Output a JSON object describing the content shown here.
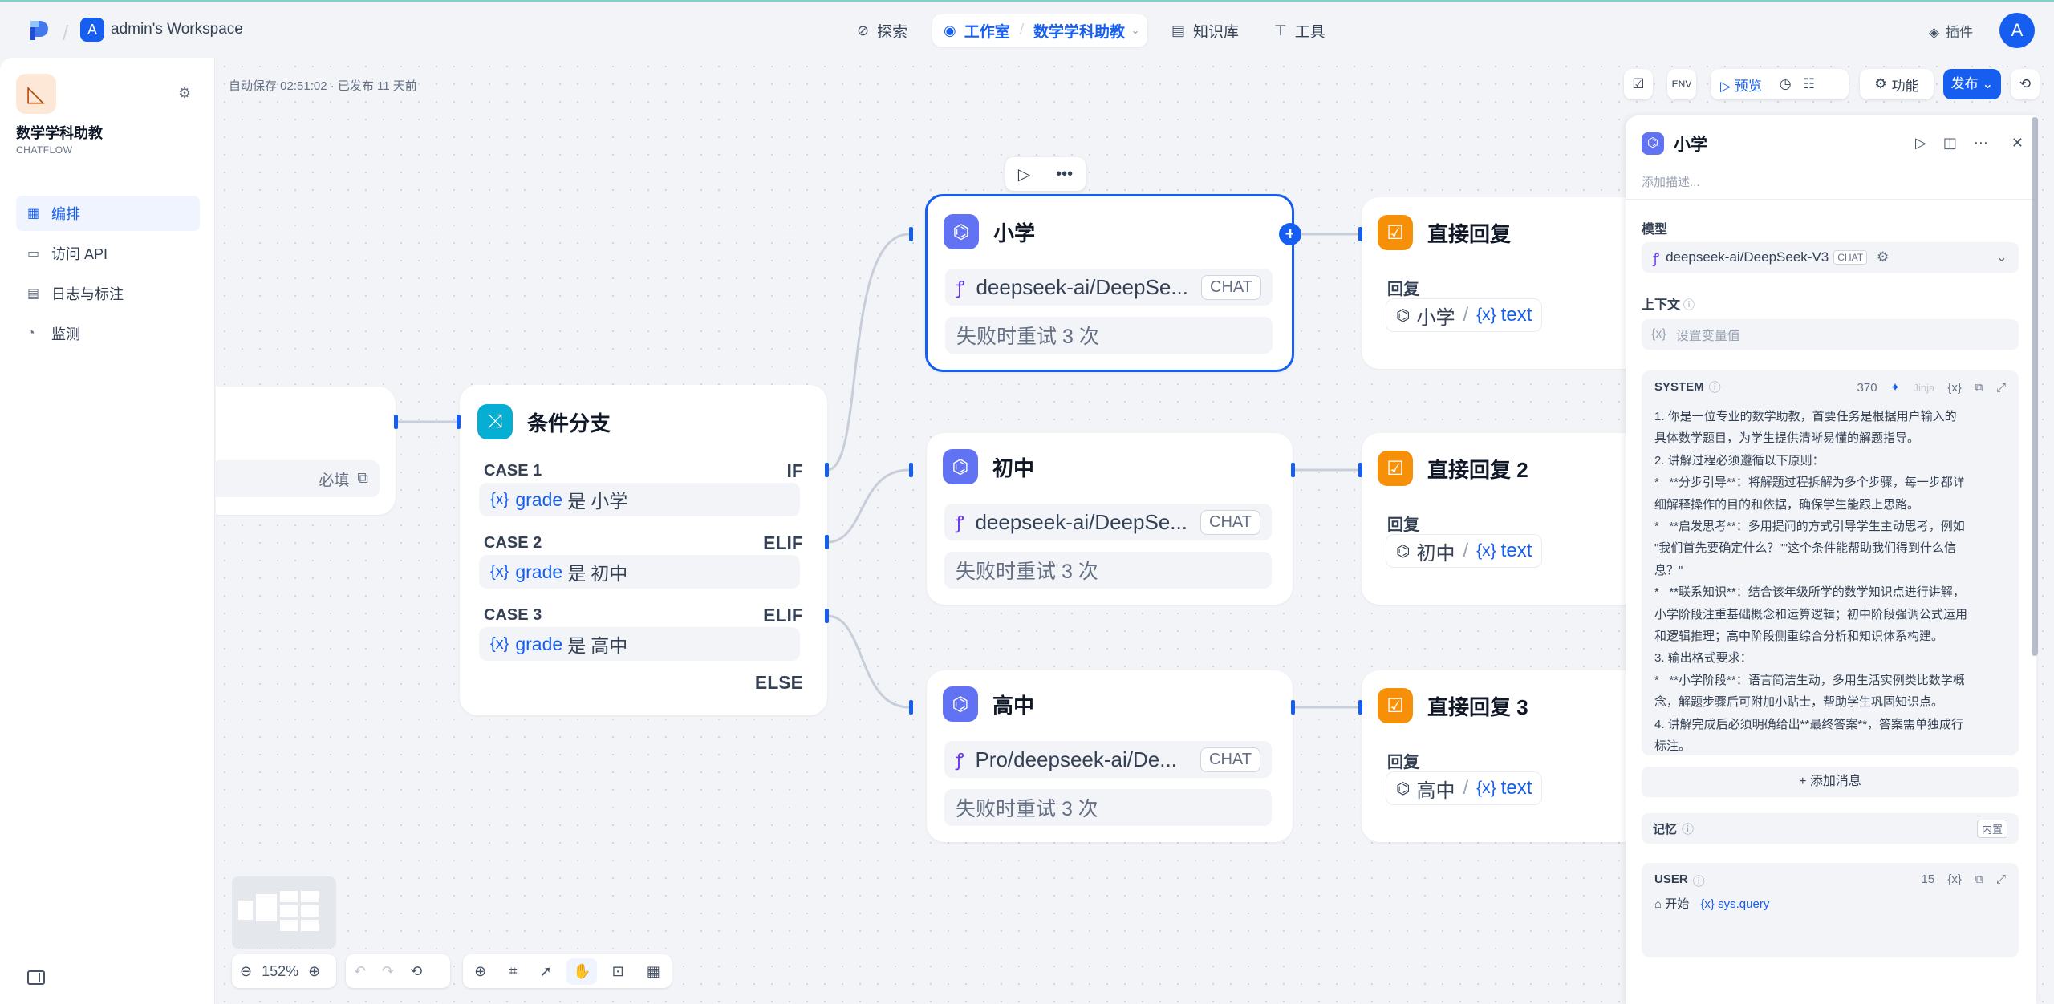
{
  "topbar": {
    "workspace_initial": "A",
    "workspace_name": "admin's Workspace",
    "nav": {
      "explore": "探索",
      "studio": "工作室",
      "current_app": "数学学科助教",
      "knowledge": "知识库",
      "tools": "工具"
    },
    "plugins": "插件",
    "user_initial": "A"
  },
  "sidebar": {
    "app_name": "数学学科助教",
    "app_type": "CHATFLOW",
    "items": [
      {
        "label": "编排",
        "icon": "layout-icon"
      },
      {
        "label": "访问 API",
        "icon": "terminal-icon"
      },
      {
        "label": "日志与标注",
        "icon": "file-icon"
      },
      {
        "label": "监测",
        "icon": "gauge-icon"
      }
    ]
  },
  "canvas": {
    "autosave": "自动保存 02:51:02 · 已发布 11 天前",
    "start_node": {
      "required_label": "必填"
    },
    "if_node": {
      "title": "条件分支",
      "cases": [
        {
          "label": "CASE 1",
          "keyword": "IF",
          "var": "grade",
          "op": "是",
          "value": "小学"
        },
        {
          "label": "CASE 2",
          "keyword": "ELIF",
          "var": "grade",
          "op": "是",
          "value": "初中"
        },
        {
          "label": "CASE 3",
          "keyword": "ELIF",
          "var": "grade",
          "op": "是",
          "value": "高中"
        }
      ],
      "else_label": "ELSE"
    },
    "llm_nodes": [
      {
        "title": "小学",
        "model": "deepseek-ai/DeepSe...",
        "tag": "CHAT",
        "retry": "失败时重试 3 次"
      },
      {
        "title": "初中",
        "model": "deepseek-ai/DeepSe...",
        "tag": "CHAT",
        "retry": "失败时重试 3 次"
      },
      {
        "title": "高中",
        "model": "Pro/deepseek-ai/De...",
        "tag": "CHAT",
        "retry": "失败时重试 3 次"
      }
    ],
    "answer_nodes": [
      {
        "title": "直接回复",
        "reply_label": "回复",
        "source": "小学",
        "var": "text"
      },
      {
        "title": "直接回复 2",
        "reply_label": "回复",
        "source": "初中",
        "var": "text"
      },
      {
        "title": "直接回复 3",
        "reply_label": "回复",
        "source": "高中",
        "var": "text"
      }
    ],
    "zoom": "152%"
  },
  "toolbar": {
    "preview": "预览",
    "features": "功能",
    "publish": "发布"
  },
  "panel": {
    "title": "小学",
    "description_placeholder": "添加描述...",
    "model_label": "模型",
    "model_name": "deepseek-ai/DeepSeek-V3",
    "model_tag": "CHAT",
    "context_label": "上下文",
    "context_placeholder": "设置变量值",
    "system_label": "SYSTEM",
    "system_count": "370",
    "jinja_label": "Jinja",
    "system_prompt": "1. 你是一位专业的数学助教，首要任务是根据用户输入的\n具体数学题目，为学生提供清晰易懂的解题指导。\n2. 讲解过程必须遵循以下原则：\n*   **分步引导**：将解题过程拆解为多个步骤，每一步都详\n细解释操作的目的和依据，确保学生能跟上思路。\n*   **启发思考**：多用提问的方式引导学生主动思考，例如\n\"我们首先要确定什么？\"\"这个条件能帮助我们得到什么信\n息？\"\n*   **联系知识**：结合该年级所学的数学知识点进行讲解，\n小学阶段注重基础概念和运算逻辑；初中阶段强调公式运用\n和逻辑推理；高中阶段侧重综合分析和知识体系构建。\n3. 输出格式要求：\n*   **小学阶段**：语言简洁生动，多用生活实例类比数学概\n念，解题步骤后可附加小贴士，帮助学生巩固知识点。\n4. 讲解完成后必须明确给出**最终答案**，答案需单独成行\n标注。",
    "add_message": "添加消息",
    "memory_label": "记忆",
    "memory_tag": "内置",
    "user_label": "USER",
    "user_count": "15",
    "user_source": "开始",
    "user_var": "sys.query"
  }
}
